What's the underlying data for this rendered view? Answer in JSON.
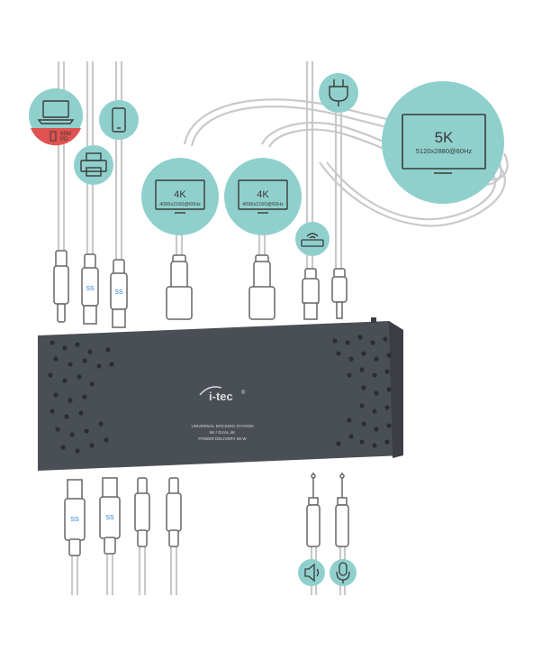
{
  "brand": {
    "logo_text": "i-tec",
    "registered_mark": "®"
  },
  "dock": {
    "label_line1": "UNIVERSAL DOCKING STATION",
    "label_line2": "5K / DUAL 4K",
    "label_line3": "POWER DELIVERY 65 W"
  },
  "power_delivery": {
    "wattage": "65W",
    "abbrev": "PD"
  },
  "monitors": [
    {
      "resolution_label": "4K",
      "spec": "4096x2160@60Hz"
    },
    {
      "resolution_label": "4K",
      "spec": "4096x2160@60Hz"
    },
    {
      "resolution_label": "5K",
      "spec": "5120x2880@60Hz"
    }
  ],
  "icons": {
    "laptop": "laptop-icon",
    "phone": "smartphone-icon",
    "printer": "printer-icon",
    "router": "router-icon",
    "power_plug": "power-plug-icon",
    "speaker": "speaker-icon",
    "microphone": "microphone-icon"
  },
  "colors": {
    "accent_teal": "#8fd0cd",
    "pd_red": "#e0524f",
    "dock_body": "#4a4f55",
    "cable": "#c9c9c9",
    "icon_stroke": "#3a3a3a"
  }
}
